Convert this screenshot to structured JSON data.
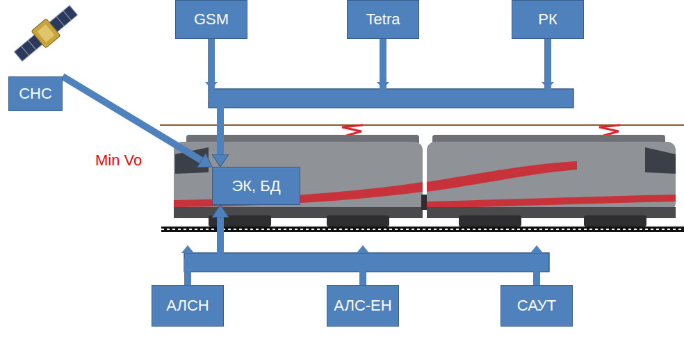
{
  "diagram": {
    "nodes": [
      {
        "text": [
          "GSM"
        ]
      },
      {
        "text": [
          "Tetra"
        ]
      },
      {
        "text": [
          "РК"
        ]
      },
      {
        "text": [
          "СНС"
        ]
      },
      {
        "text": [
          "ЭК, БД"
        ]
      },
      {
        "text": [
          "АЛСН"
        ]
      },
      {
        "text": [
          "АЛС-ЕН"
        ]
      },
      {
        "text": [
          "САУТ"
        ]
      }
    ],
    "edges": [
      {
        "from": 0,
        "to": 4,
        "arrow": "to"
      },
      {
        "from": 1,
        "to": 4,
        "arrow": "to"
      },
      {
        "from": 2,
        "to": 4,
        "arrow": "to"
      },
      {
        "from": 3,
        "to": 4,
        "arrow": "to"
      },
      {
        "from": 5,
        "to": 4,
        "arrow": "to"
      },
      {
        "from": 6,
        "to": 4,
        "arrow": "to"
      },
      {
        "from": 7,
        "to": 4,
        "arrow": "to"
      }
    ],
    "labels": [
      "Min Vo"
    ]
  }
}
